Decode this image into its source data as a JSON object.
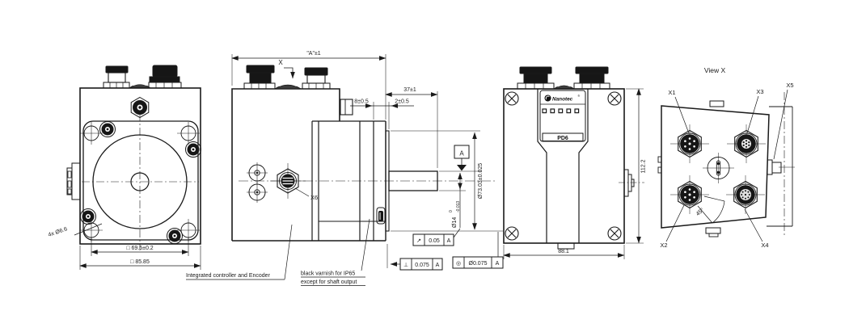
{
  "front_view": {
    "holes_label": "4x Ø6.6",
    "dim_bolt_circle": "□ 69.5±0.2",
    "dim_body": "□ 85.85"
  },
  "side_view": {
    "dim_overall": "\"A\"±1",
    "view_marker": "X",
    "dim_total": "37±1",
    "dim_flange_thk": "8±0.5",
    "dim_pilot_len": "2±0.5",
    "datum_label": "A",
    "dim_pilot_dia": "Ø73.03±0.025",
    "dim_shaft_dia": "Ø14",
    "dim_shaft_tol_upper": "0",
    "dim_shaft_tol_lower": "-0.013",
    "connector_label": "X6",
    "gdt": {
      "runout": {
        "symbol": "↗",
        "value": "0.05",
        "datum": "A"
      },
      "perpendicularity": {
        "symbol": "⊥",
        "value": "0.075",
        "datum": "A"
      },
      "concentricity": {
        "symbol": "◎",
        "value": "Ø0.075",
        "datum": "A"
      }
    },
    "note_controller": "Integrated controller and Encoder",
    "note_varnish_line1": "black varnish for IP65",
    "note_varnish_line2": "except for shaft output"
  },
  "rear_view": {
    "brand": "Nanotec",
    "brand_mark": "®",
    "model": "PD6",
    "dim_height": "112.2",
    "dim_width": "88.1"
  },
  "view_x": {
    "title": "View X",
    "x1": "X1",
    "x2": "X2",
    "x3": "X3",
    "x4": "X4",
    "x5": "X5",
    "angle": "45°"
  }
}
